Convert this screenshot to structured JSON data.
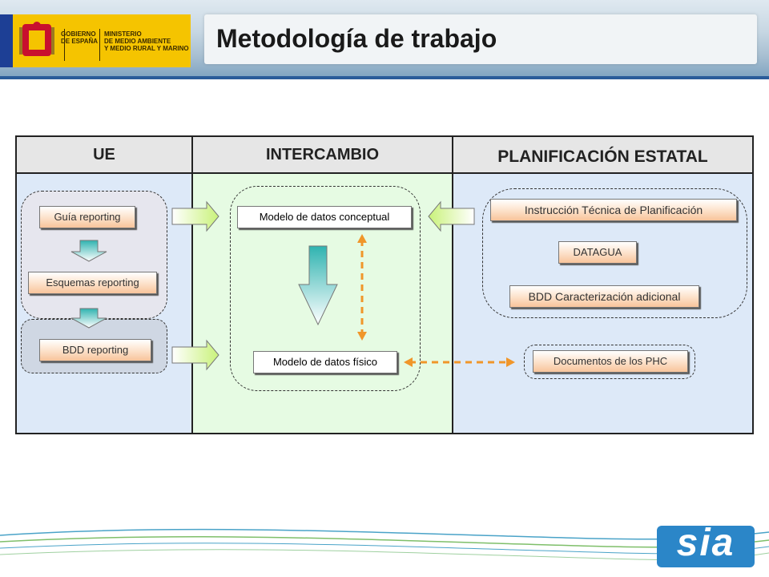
{
  "header": {
    "logo_line1": "GOBIERNO",
    "logo_line2": "DE ESPAÑA",
    "ministry_line1": "MINISTERIO",
    "ministry_line2": "DE MEDIO AMBIENTE",
    "ministry_line3": "Y MEDIO RURAL Y MARINO",
    "title": "Metodología de trabajo"
  },
  "columns": {
    "ue": "UE",
    "intercambio": "INTERCAMBIO",
    "planificacion": "PLANIFICACIÓN ESTATAL"
  },
  "boxes": {
    "guia": "Guía reporting",
    "esquemas": "Esquemas reporting",
    "bdd_reporting": "BDD reporting",
    "modelo_conceptual": "Modelo de datos conceptual",
    "modelo_fisico": "Modelo de datos físico",
    "instruccion": "Instrucción Técnica de Planificación",
    "datagua": "DATAGUA",
    "bdd_caract": "BDD Caracterización adicional",
    "documentos": "Documentos de los PHC"
  },
  "footer": {
    "logo_text": "sia"
  },
  "colors": {
    "ue_bg": "#dde9f8",
    "intercambio_bg": "#e6fbe3",
    "planificacion_bg": "#dde9f8",
    "orange_arrow": "#f0962a",
    "header_line": "#2a5c9a",
    "logo_yellow": "#f5c400",
    "sia_blue": "#2b86c8"
  }
}
